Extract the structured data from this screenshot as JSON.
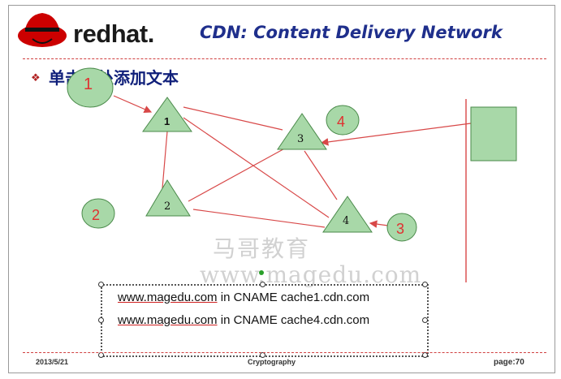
{
  "header": {
    "logo_text": "redhat.",
    "title": "CDN: Content Delivery Network"
  },
  "content": {
    "bullet_text": "单击此处添加文本"
  },
  "diagram": {
    "node_labels": [
      "1",
      "2",
      "3",
      "4"
    ],
    "circle_labels": [
      "1",
      "2",
      "4",
      "3"
    ]
  },
  "watermark": {
    "line1": "马哥教育",
    "line2": "www.magedu.com"
  },
  "cname_records": [
    {
      "domain": "www.magedu.com",
      "rest": " in CNAME cache1.cdn.com"
    },
    {
      "domain": "www.magedu.com",
      "rest": " in CNAME cache4.cdn.com"
    }
  ],
  "footer": {
    "date": "2013/5/21",
    "center": "Cryptography",
    "page": "page:70"
  },
  "colors": {
    "title": "#1f2f8c",
    "shape_fill": "#a8d8a8",
    "shape_stroke": "#4a8a4a",
    "circle_text": "#e03030",
    "line": "#d84848"
  }
}
